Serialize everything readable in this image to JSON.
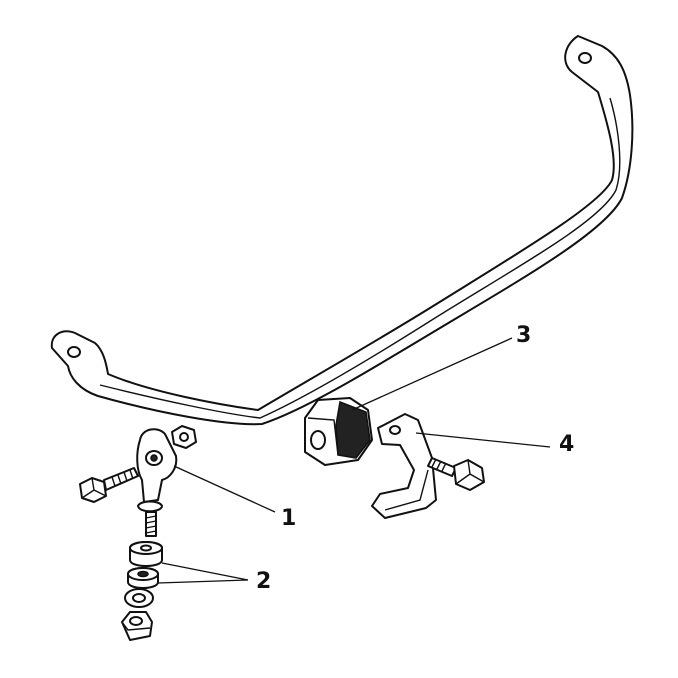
{
  "callouts": {
    "c1": "1",
    "c2": "2",
    "c3": "3",
    "c4": "4"
  },
  "colors": {
    "ink": "#111111",
    "background": "#ffffff"
  }
}
